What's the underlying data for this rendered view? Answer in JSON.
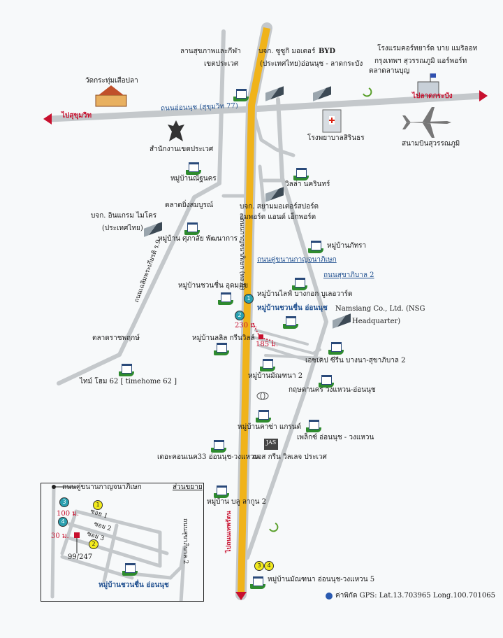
{
  "directions": {
    "to_sukhumvit": "ไปสุขุมวิท",
    "to_latkrabang": "ไปลาดกระบัง",
    "to_southbound": "ไปถนนเทพรัตน"
  },
  "roads": {
    "onnut": "ถนนอ่อนนุช (สุขุมวิท 77)",
    "kanchanaphisek": "ถนนกาญจนาภิเษก (ทล.9)",
    "frontage": "ถนนคู่ขนานกาญจนาภิเษก",
    "sukhaphiban2": "ถนนสุขาภิบาล 2",
    "chaloem": "ถนนเฉลิมพระเกียรติ ร.9"
  },
  "places": {
    "temple": "วัดกระทุ่มเสือปลา",
    "sports1": "ลานสุขภาพและกีฬา",
    "sports2": "เขตประเวศ",
    "suzuki1": "บจก. ซูซูกิ มอเตอร์",
    "suzuki2": "(ประเทศไทย)อ่อนนุช - ลาดกระบัง",
    "byd": "BYD",
    "market_lanbun": "ตลาดลานบุญ",
    "hotel1": "โรงแรมคอร์ทยาร์ด บาย แมริออท",
    "hotel2": "กรุงเทพฯ สุวรรณภูมิ แอร์พอร์ท",
    "hospital": "โรงพยาบาลสิรินธร",
    "airport": "สนามบินสุวรรณภูมิ",
    "district_office": "สำนักงานเขตประเวศ",
    "nattanakorn": "หมู่บ้านณัฐนคร",
    "villa_nakarin": "วิลล่า นครินทร์",
    "market_ying": "ตลาดยิ่งสมบูรณ์",
    "siam_motor1": "บจก. สยามมอเตอร์สปอร์ต",
    "siam_motor2": "อิมพอร์ต แอนด์ เอ็กพอร์ต",
    "ingram1": "บจก. อินแกรม ไมโคร",
    "ingram2": "(ประเทศไทย)",
    "supalai": "หมู่บ้าน ศุภาลัย พัฒนาการ",
    "phattra": "หมู่บ้านภัทรา",
    "chuanchuen_udom": "หมู่บ้านชวนชื่น อุดมสุข",
    "life_bangkok": "หมู่บ้านไลฟ์ บางกอก บูเลอวาร์ด",
    "chuanchuen_onnut": "หมู่บ้านชวนชื่น อ่อนนุช",
    "namsiang1": "Namsiang Co., Ltd. (NSG",
    "namsiang2": "Headquarter)",
    "dist_230": "230 ม.",
    "dist_185": "185 ม.",
    "market_ratchaphruek": "ตลาดราชพฤกษ์",
    "lalin": "หมู่บ้านลลิล กรีนวิลล์",
    "escape": "เอซเคป ซีรีน บางนา-สุขาภิบาล 2",
    "mantana2": "หมู่บ้านมัณฑนา 2",
    "timehome": "ไทม์ โฮม 62 [ timehome 62 ]",
    "krisda": "กฤษดานคร วงแหวน-อ่อนนุช",
    "casa": "หมู่บ้านคาซ่า แกรนด์",
    "plex": "เพล็กซ์ อ่อนนุช - วงแหวน",
    "connect": "เดอะคอนเนค33 อ่อนนุช-วงแหวน",
    "jas": "แจส กรีน วิลเลจ ประเวศ",
    "jas_logo": "JAS",
    "blue_lagoon": "หมู่บ้าน บลู ลากูน 2",
    "mantana5": "หมู่บ้านมัณฑนา อ่อนนุช-วงแหวน 5"
  },
  "gps": {
    "label": "ค่าพิกัด GPS:",
    "lat": "Lat.13.703965",
    "long": "Long.100.701065"
  },
  "inset": {
    "title": "ส่วนขยาย",
    "road": "ถนนคู่ขนานกาญจนาภิเษก",
    "soi1": "ซอย 1",
    "soi2": "ซอย 2",
    "soi3": "ซอย 3",
    "dist_100": "100 ม.",
    "dist_30": "30 ม.",
    "address": "99/247",
    "village": "หมู่บ้านชวนชื่น อ่อนนุช",
    "road2": "ถนนสุขาภิบาล 2"
  },
  "markers": {
    "m1": "1",
    "m2": "2",
    "m3": "3",
    "m4": "4"
  },
  "colors": {
    "highway": "#f0b31a",
    "road": "#c4c8cb",
    "arrow": "#c8102e",
    "marker_teal": "#2aa0b0",
    "marker_yellow": "#f2ea1c"
  }
}
